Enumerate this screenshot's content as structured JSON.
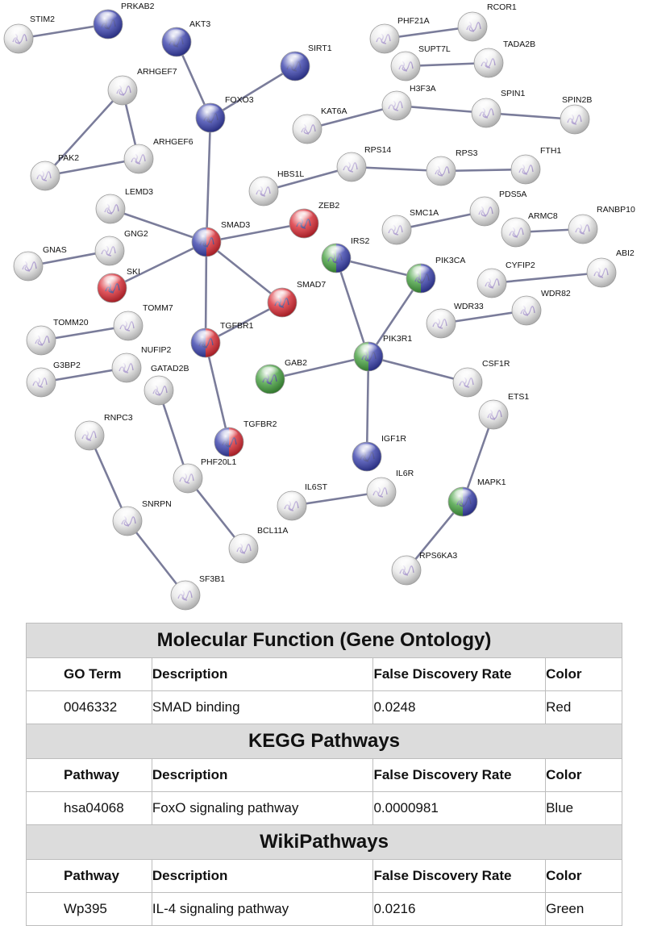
{
  "network": {
    "nodes": [
      {
        "id": "STIM2",
        "label": "STIM2",
        "colors": [],
        "icon": "protein-structure"
      },
      {
        "id": "PRKAB2",
        "label": "PRKAB2",
        "colors": [
          "blue"
        ],
        "icon": "protein-structure"
      },
      {
        "id": "AKT3",
        "label": "AKT3",
        "colors": [
          "blue"
        ],
        "icon": "protein-structure"
      },
      {
        "id": "SIRT1",
        "label": "SIRT1",
        "colors": [
          "blue"
        ],
        "icon": "protein-structure"
      },
      {
        "id": "ARHGEF7",
        "label": "ARHGEF7",
        "colors": [],
        "icon": "protein-structure"
      },
      {
        "id": "FOXO3",
        "label": "FOXO3",
        "colors": [
          "blue"
        ],
        "icon": "protein-structure"
      },
      {
        "id": "ARHGEF6",
        "label": "ARHGEF6",
        "colors": [],
        "icon": "protein-structure"
      },
      {
        "id": "PAK2",
        "label": "PAK2",
        "colors": [],
        "icon": "protein-structure"
      },
      {
        "id": "LEMD3",
        "label": "LEMD3",
        "colors": [],
        "icon": "protein-structure"
      },
      {
        "id": "SMAD3",
        "label": "SMAD3",
        "colors": [
          "blue",
          "red"
        ],
        "icon": "protein-structure"
      },
      {
        "id": "ZEB2",
        "label": "ZEB2",
        "colors": [
          "red"
        ],
        "icon": "protein-structure"
      },
      {
        "id": "GNG2",
        "label": "GNG2",
        "colors": [],
        "icon": "protein-structure"
      },
      {
        "id": "GNAS",
        "label": "GNAS",
        "colors": [],
        "icon": "protein-structure"
      },
      {
        "id": "SKI",
        "label": "SKI",
        "colors": [
          "red"
        ],
        "icon": "protein-structure"
      },
      {
        "id": "SMAD7",
        "label": "SMAD7",
        "colors": [
          "red"
        ],
        "icon": "protein-structure"
      },
      {
        "id": "TOMM7",
        "label": "TOMM7",
        "colors": [],
        "icon": "protein-structure"
      },
      {
        "id": "TOMM20",
        "label": "TOMM20",
        "colors": [],
        "icon": "protein-structure"
      },
      {
        "id": "TGFBR1",
        "label": "TGFBR1",
        "colors": [
          "blue",
          "red"
        ],
        "icon": "protein-structure"
      },
      {
        "id": "NUFIP2",
        "label": "NUFIP2",
        "colors": [],
        "icon": "protein-structure"
      },
      {
        "id": "G3BP2",
        "label": "G3BP2",
        "colors": [],
        "icon": "protein-structure"
      },
      {
        "id": "GATAD2B",
        "label": "GATAD2B",
        "colors": [],
        "icon": "protein-structure"
      },
      {
        "id": "TGFBR2",
        "label": "TGFBR2",
        "colors": [
          "blue",
          "red"
        ],
        "icon": "protein-structure"
      },
      {
        "id": "RNPC3",
        "label": "RNPC3",
        "colors": [],
        "icon": "protein-structure"
      },
      {
        "id": "PHF20L1",
        "label": "PHF20L1",
        "colors": [],
        "icon": "protein-structure"
      },
      {
        "id": "SNRPN",
        "label": "SNRPN",
        "colors": [],
        "icon": "protein-structure"
      },
      {
        "id": "BCL11A",
        "label": "BCL11A",
        "colors": [],
        "icon": "protein-structure"
      },
      {
        "id": "SF3B1",
        "label": "SF3B1",
        "colors": [],
        "icon": "protein-structure"
      },
      {
        "id": "PHF21A",
        "label": "PHF21A",
        "colors": [],
        "icon": "protein-structure"
      },
      {
        "id": "RCOR1",
        "label": "RCOR1",
        "colors": [],
        "icon": "protein-structure"
      },
      {
        "id": "SUPT7L",
        "label": "SUPT7L",
        "colors": [],
        "icon": "protein-structure"
      },
      {
        "id": "TADA2B",
        "label": "TADA2B",
        "colors": [],
        "icon": "protein-structure"
      },
      {
        "id": "H3F3A",
        "label": "H3F3A",
        "colors": [],
        "icon": "protein-structure"
      },
      {
        "id": "KAT6A",
        "label": "KAT6A",
        "colors": [],
        "icon": "protein-structure"
      },
      {
        "id": "SPIN1",
        "label": "SPIN1",
        "colors": [],
        "icon": "protein-structure"
      },
      {
        "id": "SPIN2B",
        "label": "SPIN2B",
        "colors": [],
        "icon": "protein-structure"
      },
      {
        "id": "RPS14",
        "label": "RPS14",
        "colors": [],
        "icon": "protein-structure"
      },
      {
        "id": "RPS3",
        "label": "RPS3",
        "colors": [],
        "icon": "protein-structure"
      },
      {
        "id": "FTH1",
        "label": "FTH1",
        "colors": [],
        "icon": "protein-structure"
      },
      {
        "id": "HBS1L",
        "label": "HBS1L",
        "colors": [],
        "icon": "protein-structure"
      },
      {
        "id": "SMC1A",
        "label": "SMC1A",
        "colors": [],
        "icon": "protein-structure"
      },
      {
        "id": "PDS5A",
        "label": "PDS5A",
        "colors": [],
        "icon": "protein-structure"
      },
      {
        "id": "ARMC8",
        "label": "ARMC8",
        "colors": [],
        "icon": "protein-structure"
      },
      {
        "id": "RANBP10",
        "label": "RANBP10",
        "colors": [],
        "icon": "protein-structure"
      },
      {
        "id": "IRS2",
        "label": "IRS2",
        "colors": [
          "green",
          "blue"
        ],
        "icon": "protein-structure"
      },
      {
        "id": "PIK3CA",
        "label": "PIK3CA",
        "colors": [
          "green",
          "blue"
        ],
        "icon": "protein-structure"
      },
      {
        "id": "CYFIP2",
        "label": "CYFIP2",
        "colors": [],
        "icon": "protein-structure"
      },
      {
        "id": "ABI2",
        "label": "ABI2",
        "colors": [],
        "icon": "protein-structure"
      },
      {
        "id": "WDR33",
        "label": "WDR33",
        "colors": [],
        "icon": "protein-structure"
      },
      {
        "id": "WDR82",
        "label": "WDR82",
        "colors": [],
        "icon": "protein-structure"
      },
      {
        "id": "PIK3R1",
        "label": "PIK3R1",
        "colors": [
          "green",
          "blue"
        ],
        "icon": "protein-structure"
      },
      {
        "id": "GAB2",
        "label": "GAB2",
        "colors": [
          "green"
        ],
        "icon": "protein-structure"
      },
      {
        "id": "CSF1R",
        "label": "CSF1R",
        "colors": [],
        "icon": "protein-structure"
      },
      {
        "id": "ETS1",
        "label": "ETS1",
        "colors": [],
        "icon": "protein-structure"
      },
      {
        "id": "IGF1R",
        "label": "IGF1R",
        "colors": [
          "blue"
        ],
        "icon": "protein-structure"
      },
      {
        "id": "IL6ST",
        "label": "IL6ST",
        "colors": [],
        "icon": "protein-structure"
      },
      {
        "id": "IL6R",
        "label": "IL6R",
        "colors": [],
        "icon": "protein-structure"
      },
      {
        "id": "MAPK1",
        "label": "MAPK1",
        "colors": [
          "green",
          "blue"
        ],
        "icon": "protein-structure"
      },
      {
        "id": "RPS6KA3",
        "label": "RPS6KA3",
        "colors": [],
        "icon": "protein-structure"
      }
    ],
    "edges": [
      [
        "STIM2",
        "PRKAB2"
      ],
      [
        "AKT3",
        "FOXO3"
      ],
      [
        "SIRT1",
        "FOXO3"
      ],
      [
        "FOXO3",
        "SMAD3"
      ],
      [
        "ARHGEF7",
        "ARHGEF6"
      ],
      [
        "ARHGEF7",
        "PAK2"
      ],
      [
        "ARHGEF6",
        "PAK2"
      ],
      [
        "LEMD3",
        "SMAD3"
      ],
      [
        "SMAD3",
        "ZEB2"
      ],
      [
        "SMAD3",
        "SKI"
      ],
      [
        "SMAD3",
        "SMAD7"
      ],
      [
        "SMAD3",
        "TGFBR1"
      ],
      [
        "TGFBR1",
        "SMAD7"
      ],
      [
        "TGFBR1",
        "TGFBR2"
      ],
      [
        "GNG2",
        "GNAS"
      ],
      [
        "TOMM7",
        "TOMM20"
      ],
      [
        "NUFIP2",
        "G3BP2"
      ],
      [
        "GATAD2B",
        "PHF20L1"
      ],
      [
        "PHF20L1",
        "BCL11A"
      ],
      [
        "RNPC3",
        "SNRPN"
      ],
      [
        "SNRPN",
        "SF3B1"
      ],
      [
        "PHF21A",
        "RCOR1"
      ],
      [
        "SUPT7L",
        "TADA2B"
      ],
      [
        "KAT6A",
        "H3F3A"
      ],
      [
        "H3F3A",
        "SPIN1"
      ],
      [
        "SPIN1",
        "SPIN2B"
      ],
      [
        "HBS1L",
        "RPS14"
      ],
      [
        "RPS14",
        "RPS3"
      ],
      [
        "RPS3",
        "FTH1"
      ],
      [
        "SMC1A",
        "PDS5A"
      ],
      [
        "ARMC8",
        "RANBP10"
      ],
      [
        "IRS2",
        "PIK3CA"
      ],
      [
        "IRS2",
        "PIK3R1"
      ],
      [
        "PIK3CA",
        "PIK3R1"
      ],
      [
        "CYFIP2",
        "ABI2"
      ],
      [
        "WDR33",
        "WDR82"
      ],
      [
        "PIK3R1",
        "GAB2"
      ],
      [
        "PIK3R1",
        "CSF1R"
      ],
      [
        "PIK3R1",
        "IGF1R"
      ],
      [
        "IL6ST",
        "IL6R"
      ],
      [
        "ETS1",
        "MAPK1"
      ],
      [
        "MAPK1",
        "RPS6KA3"
      ]
    ],
    "colors": {
      "red": "#d8202a",
      "blue": "#2f37a8",
      "green": "#3a9a34",
      "plain": "#e6e6e6",
      "edge": "#7a7c9a"
    }
  },
  "tables": [
    {
      "title": "Molecular Function (Gene Ontology)",
      "headers": [
        "GO Term",
        "Description",
        "False Discovery Rate",
        "Color"
      ],
      "row": [
        "0046332",
        "SMAD binding",
        "0.0248",
        "Red"
      ]
    },
    {
      "title": "KEGG Pathways",
      "headers": [
        "Pathway",
        "Description",
        "False Discovery Rate",
        "Color"
      ],
      "row": [
        "hsa04068",
        "FoxO signaling pathway",
        "0.0000981",
        "Blue"
      ]
    },
    {
      "title": "WikiPathways",
      "headers": [
        "Pathway",
        "Description",
        "False Discovery Rate",
        "Color"
      ],
      "row": [
        "Wp395",
        "IL-4 signaling pathway",
        "0.0216",
        "Green"
      ]
    }
  ]
}
